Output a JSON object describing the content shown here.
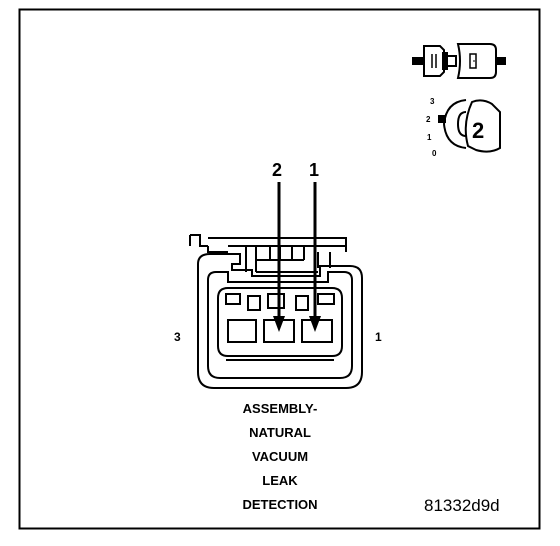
{
  "diagram": {
    "pin_callouts": [
      "2",
      "1"
    ],
    "cavity_labels": {
      "left": "3",
      "right": "1"
    },
    "key_position_scale": [
      "3",
      "2",
      "1",
      "0"
    ],
    "key_label": "2",
    "caption_lines": [
      "ASSEMBLY-",
      "NATURAL",
      "VACUUM",
      "LEAK",
      "DETECTION"
    ],
    "figure_id": "81332d9d"
  }
}
